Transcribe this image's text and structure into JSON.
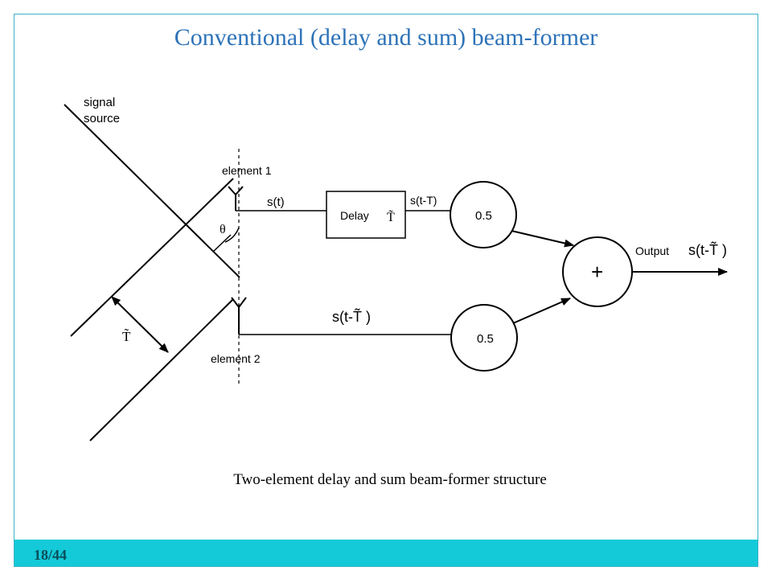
{
  "slide": {
    "title": "Conventional (delay and sum) beam-former",
    "caption": "Two-element delay and sum beam-former structure",
    "page_number": "18/44"
  },
  "diagram": {
    "signal_source": [
      "signal",
      "source"
    ],
    "element_1": "element 1",
    "element_2": "element 2",
    "theta": "θ",
    "tau": "T̃",
    "signal_top_in": "s(t)",
    "delay_word": "Delay",
    "delay_value": "T̃",
    "signal_top_out": "s(t-T)",
    "signal_bottom": "s(t-T̃ )",
    "gain_top": "0.5",
    "gain_bottom": "0.5",
    "sum_symbol": "+",
    "output_label": "Output",
    "output_signal": "s(t-T̃ )"
  },
  "colors": {
    "title": "#2e73b8",
    "frame_border": "#3ab3c8",
    "footer_bar": "#14cad8",
    "page_number": "#0a4d5a"
  }
}
